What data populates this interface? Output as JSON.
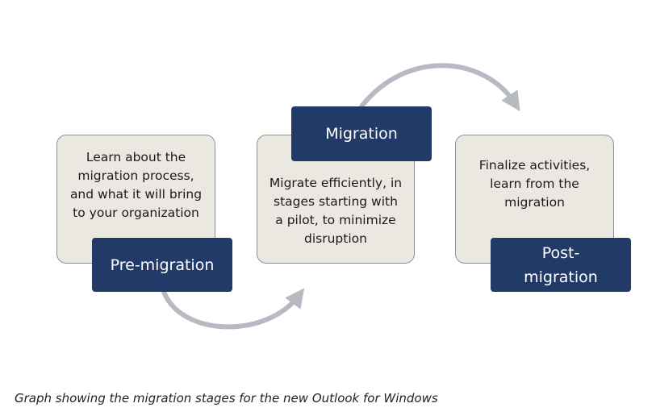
{
  "diagram": {
    "colors": {
      "card_fill": "#ebe8e2",
      "card_border": "#8e9199",
      "label_fill": "#223a68",
      "label_text": "#ffffff",
      "arrow": "#b7bac3"
    },
    "stages": [
      {
        "label": "Pre-migration",
        "description": "Learn about the\nmigration process,\nand what it will bring\nto your organization"
      },
      {
        "label": "Migration",
        "description": "Migrate efficiently, in\nstages starting with\na pilot, to minimize\ndisruption"
      },
      {
        "label": "Post-\nmigration",
        "description": "Finalize activities,\nlearn from the\nmigration"
      }
    ],
    "connectors": [
      "curved-arrow",
      "curved-arrow"
    ]
  },
  "caption": "Graph showing the migration stages for the new Outlook for Windows"
}
